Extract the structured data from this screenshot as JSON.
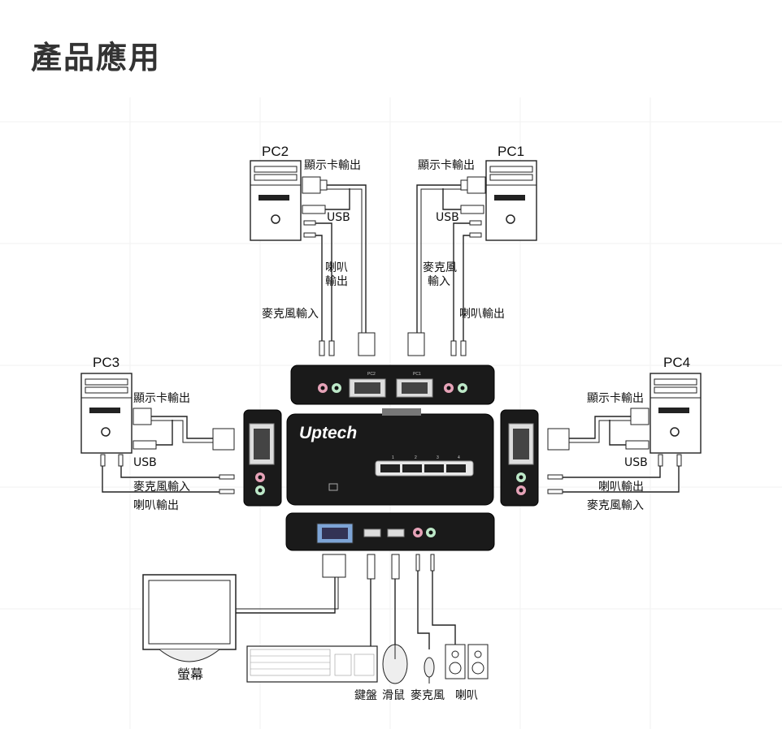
{
  "title": "產品應用",
  "pcs": {
    "pc1": {
      "name": "PC1",
      "vga_label": "顯示卡輸出",
      "usb_label": "USB",
      "mic_label": "麥克風\n輸入",
      "spk_label": "喇叭輸出"
    },
    "pc2": {
      "name": "PC2",
      "vga_label": "顯示卡輸出",
      "usb_label": "USB",
      "spk_label": "喇叭\n輸出",
      "mic_label": "麥克風輸入"
    },
    "pc3": {
      "name": "PC3",
      "vga_label": "顯示卡輸出",
      "usb_label": "USB",
      "mic_label": "麥克風輸入",
      "spk_label": "喇叭輸出"
    },
    "pc4": {
      "name": "PC4",
      "vga_label": "顯示卡輸出",
      "usb_label": "USB",
      "spk_label": "喇叭輸出",
      "mic_label": "麥克風輸入"
    }
  },
  "kvm": {
    "brand": "Uptech",
    "ports": [
      "1",
      "2",
      "3",
      "4"
    ],
    "top_port_labels": [
      "PC2",
      "PC1"
    ]
  },
  "peripherals": {
    "monitor": "螢幕",
    "keyboard": "鍵盤",
    "mouse": "滑鼠",
    "microphone": "麥克風",
    "speakers": "喇叭"
  }
}
